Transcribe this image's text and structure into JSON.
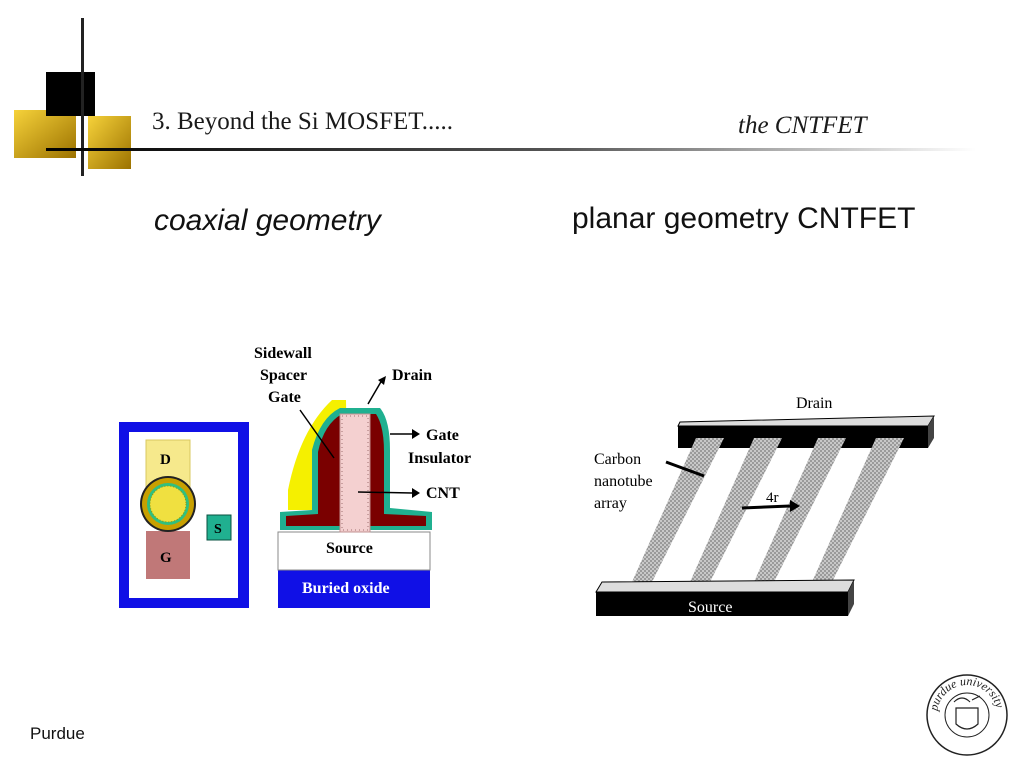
{
  "header": {
    "title": "3.  Beyond the Si MOSFET.....",
    "subtitle": "the CNTFET"
  },
  "left": {
    "heading": "coaxial geometry",
    "labels": {
      "sidewall": [
        "Sidewall",
        "Spacer",
        "Gate"
      ],
      "drain": "Drain",
      "gate_insulator": [
        "Gate",
        "Insulator"
      ],
      "cnt": "CNT",
      "source": "Source",
      "buried_oxide": "Buried oxide",
      "top_d": "D",
      "top_g": "G",
      "top_s": "S"
    }
  },
  "right": {
    "heading": "planar geometry CNTFET",
    "labels": {
      "drain": "Drain",
      "source": "Source",
      "carbon": [
        "Carbon",
        "nanotube",
        "array"
      ],
      "spacing": "4r"
    }
  },
  "footer": {
    "text": "Purdue"
  },
  "logo": {
    "text": "purdue university"
  },
  "colors": {
    "gold": "#d4a500",
    "blue": "#0a0ae0",
    "maroon": "#7a0000",
    "teal": "#20b090",
    "yellow": "#f5f000",
    "pink": "#c07070"
  }
}
